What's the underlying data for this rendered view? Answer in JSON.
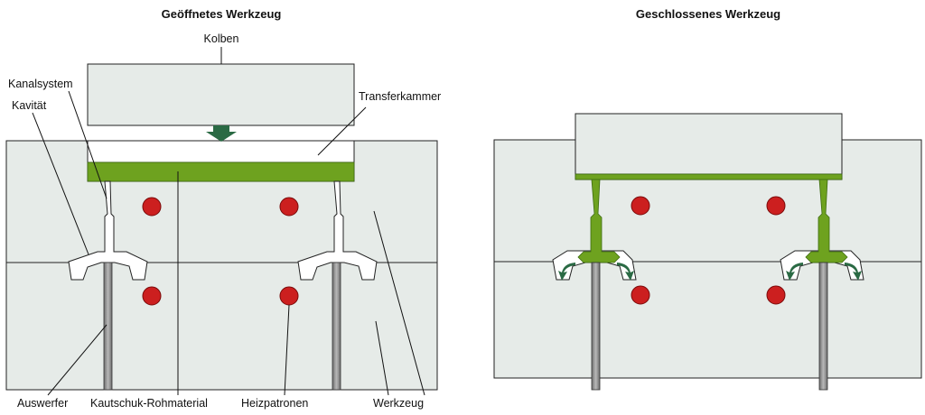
{
  "titles": {
    "open": "Geöffnetes Werkzeug",
    "closed": "Geschlossenes Werkzeug"
  },
  "labels": {
    "kolben": "Kolben",
    "kanalsystem": "Kanalsystem",
    "kavitaet": "Kavität",
    "transferkammer": "Transferkammer",
    "auswerfer": "Auswerfer",
    "rohmaterial": "Kautschuk-Rohmaterial",
    "heizpatronen": "Heizpatronen",
    "werkzeug": "Werkzeug"
  },
  "colors": {
    "tool": "#e6ebe8",
    "rubber": "#6ea21f",
    "heater": "#cc1f1f",
    "arrow": "#2a6a44",
    "ejector": "#8a8a8a"
  }
}
